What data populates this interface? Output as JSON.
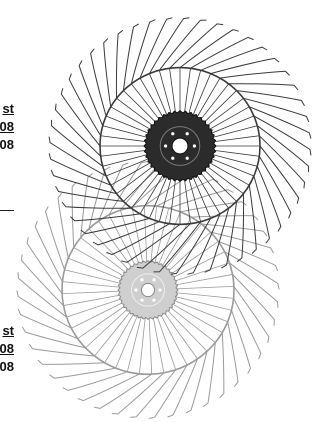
{
  "upper_block": {
    "line1": "st",
    "line2": "08",
    "line3": "08"
  },
  "lower_block": {
    "line1": "st",
    "line2": "08",
    "line3": "08"
  },
  "colors": {
    "dark_hub": "#2b2b2b",
    "light_hub": "#cfcfcf",
    "tine": "#3a3a3a",
    "tine_faded": "#9a9a9a"
  }
}
